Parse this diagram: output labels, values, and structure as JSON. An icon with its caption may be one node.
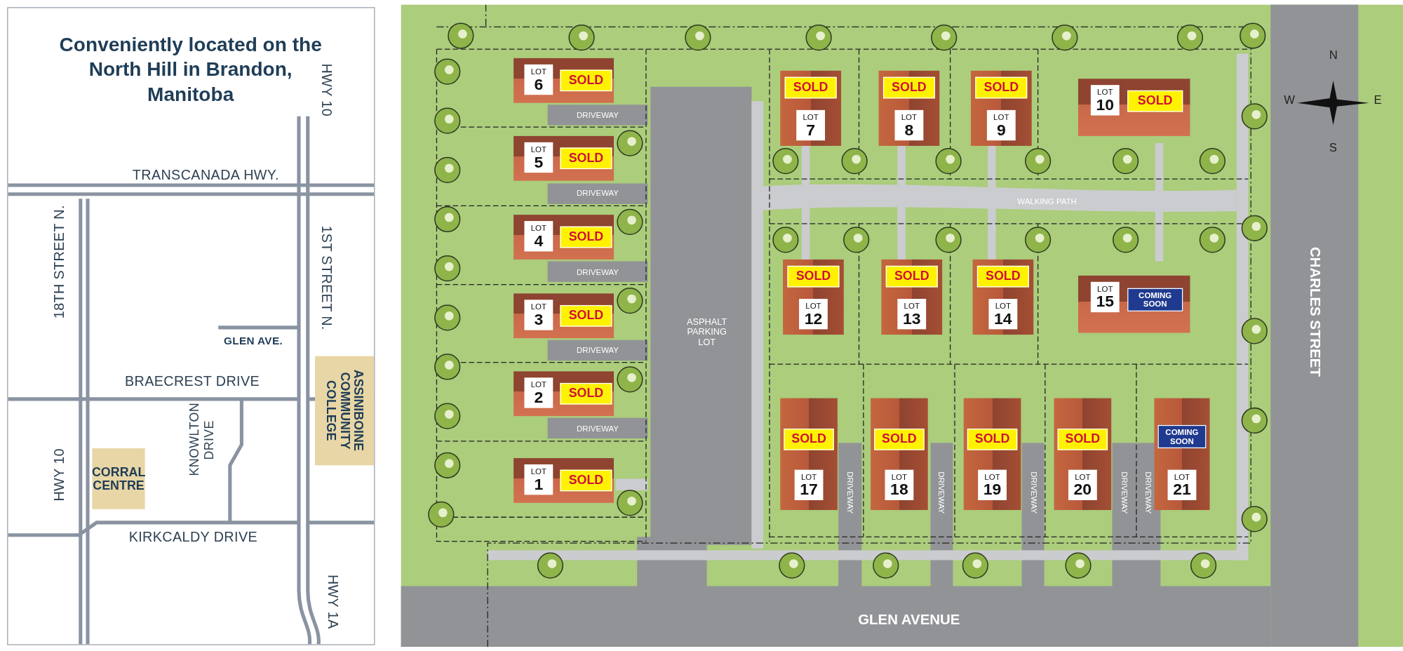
{
  "diagram": {
    "title": "Conveniently located on the North Hill in Brandon, Manitoba",
    "nodes": [
      {
        "text": [
          "CORRAL CENTRE"
        ]
      },
      {
        "text": [
          "ASSINIBOINE COMMUNITY COLLEGE"
        ]
      },
      {
        "text": [
          "LOT 1",
          "SOLD"
        ]
      },
      {
        "text": [
          "LOT 2",
          "SOLD"
        ]
      },
      {
        "text": [
          "LOT 3",
          "SOLD"
        ]
      },
      {
        "text": [
          "LOT 4",
          "SOLD"
        ]
      },
      {
        "text": [
          "LOT 5",
          "SOLD"
        ]
      },
      {
        "text": [
          "LOT 6",
          "SOLD"
        ]
      },
      {
        "text": [
          "SOLD",
          "LOT 7"
        ]
      },
      {
        "text": [
          "SOLD",
          "LOT 8"
        ]
      },
      {
        "text": [
          "SOLD",
          "LOT 9"
        ]
      },
      {
        "text": [
          "LOT 10",
          "SOLD"
        ]
      },
      {
        "text": [
          "SOLD",
          "LOT 12"
        ]
      },
      {
        "text": [
          "SOLD",
          "LOT 13"
        ]
      },
      {
        "text": [
          "SOLD",
          "LOT 14"
        ]
      },
      {
        "text": [
          "LOT 15",
          "COMING SOON"
        ]
      },
      {
        "text": [
          "SOLD",
          "LOT 17"
        ]
      },
      {
        "text": [
          "SOLD",
          "LOT 18"
        ]
      },
      {
        "text": [
          "SOLD",
          "LOT 19"
        ]
      },
      {
        "text": [
          "SOLD",
          "LOT 20"
        ]
      },
      {
        "text": [
          "COMING SOON",
          "LOT 21"
        ]
      }
    ],
    "labels": [
      "HWY 10",
      "TRANSCANADA HWY.",
      "18TH STREET N.",
      "1ST STREET N.",
      "GLEN AVE.",
      "BRAECREST DRIVE",
      "HWY 10",
      "KNOWLTON DRIVE",
      "KIRKCALDY DRIVE",
      "HWY 1A",
      "N",
      "W",
      "E",
      "S",
      "DRIVEWAY",
      "DRIVEWAY",
      "DRIVEWAY",
      "DRIVEWAY",
      "DRIVEWAY",
      "ASPHALT PARKING LOT",
      "WALKING PATH",
      "CHARLES STREET",
      "DRIVEWAY",
      "DRIVEWAY",
      "DRIVEWAY",
      "DRIVEWAY",
      "DRIVEWAY",
      "GLEN AVENUE"
    ]
  }
}
